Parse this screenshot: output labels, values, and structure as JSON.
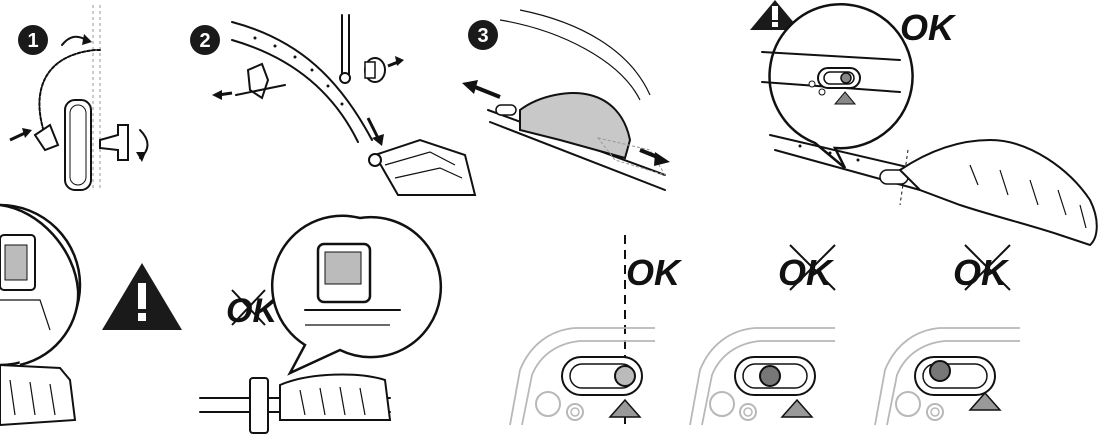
{
  "steps": [
    {
      "number": "1"
    },
    {
      "number": "2"
    },
    {
      "number": "3"
    }
  ],
  "labels": {
    "ok_top": "OK",
    "ok_bottom_correct": "OK",
    "ok_bottom_wrong_1": "OK",
    "ok_bottom_wrong_2": "OK",
    "ok_wrong_middle": "OK"
  },
  "icons": {
    "warning_top": "warning-icon",
    "warning_middle": "warning-icon"
  },
  "colors": {
    "ink": "#111111",
    "guard_fill": "#c8c8c8",
    "light_line": "#b8b8b8",
    "badge": "#1a1a1a"
  }
}
